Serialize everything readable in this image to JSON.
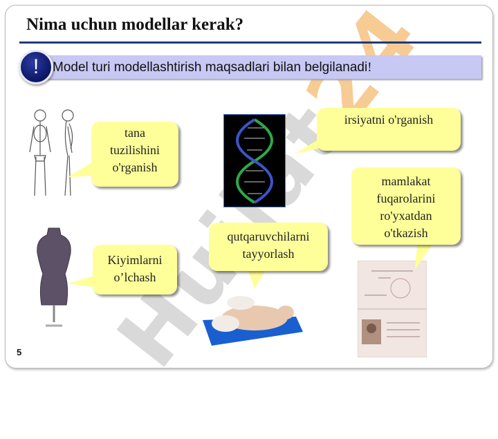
{
  "slide": {
    "title": "Nima uchun modellar kerak?",
    "banner_icon": "!",
    "banner_text": "Model turi modellashtirish maqsadlari bilan belgilanadi",
    "banner_punct": "!",
    "watermark": "Hujjat",
    "watermark_accent": "24",
    "page_number": "5"
  },
  "bubbles": {
    "body": "tana tuzilishini o'rganish",
    "heredity": "irsiyatni o'rganish",
    "census": "mamlakat fuqarolarini ro'yxatdan o'tkazish",
    "rescue": "qutqaruvchilarni tayyorlash",
    "clothes": "Kiyimlarni o’lchash"
  },
  "colors": {
    "title_rule": "#1f3a7a",
    "banner": "#c8c8f4",
    "bubble": "#ffff9a",
    "excl_circle": "#0a1460"
  },
  "icons": [
    "skeleton-image",
    "dna-image",
    "mannequin-image",
    "cpr-dummy-image",
    "passport-image"
  ]
}
